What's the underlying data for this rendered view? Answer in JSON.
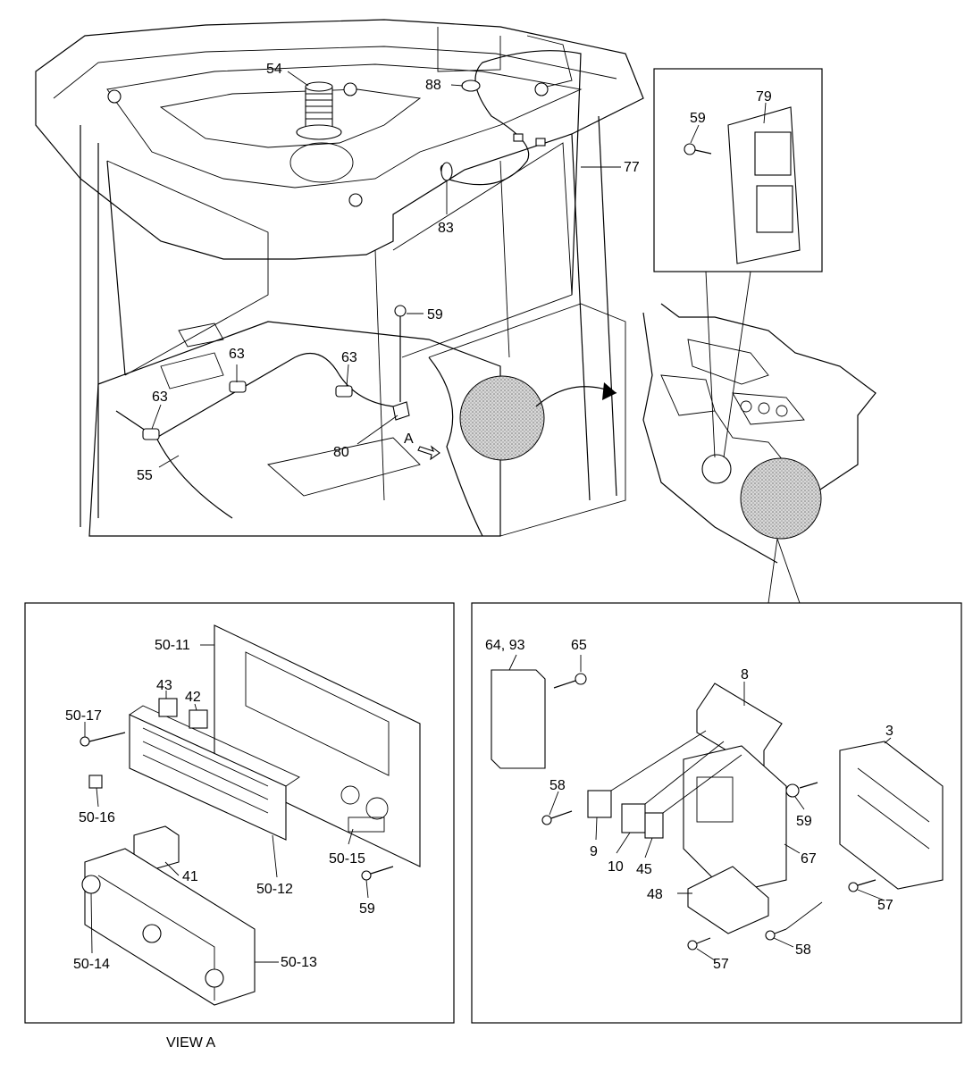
{
  "labels": {
    "p54": "54",
    "p88": "88",
    "p77": "77",
    "p83": "83",
    "p59_top": "59",
    "p63_a": "63",
    "p63_b": "63",
    "p63_c": "63",
    "p80": "80",
    "p55": "55",
    "view_arrow": "A",
    "p79": "79",
    "p59_inset": "59",
    "p50_11": "50-11",
    "p43": "43",
    "p42": "42",
    "p50_17": "50-17",
    "p50_16": "50-16",
    "p41": "41",
    "p50_12": "50-12",
    "p50_15": "50-15",
    "p59_viewa": "59",
    "p50_14": "50-14",
    "p50_13": "50-13",
    "p64_93": "64, 93",
    "p65": "65",
    "p8": "8",
    "p3": "3",
    "p58_a": "58",
    "p59_right": "59",
    "p9": "9",
    "p10": "10",
    "p45": "45",
    "p67": "67",
    "p48": "48",
    "p57_a": "57",
    "p57_b": "57",
    "p58_b": "58"
  },
  "captions": {
    "view_a": "VIEW A"
  }
}
